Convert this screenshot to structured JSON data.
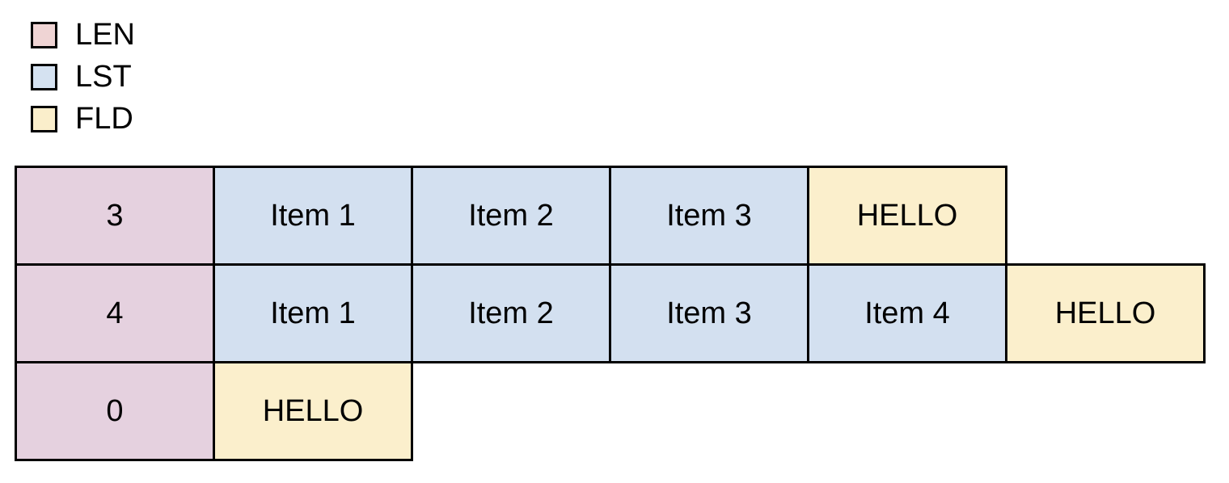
{
  "colors": {
    "len": "#E5D1DF",
    "lst": "#D3E0F0",
    "fld": "#FBEFCC",
    "len_swatch": "#EFD4D4",
    "lst_swatch": "#D5E2F1",
    "fld_swatch": "#FAEECB",
    "border": "#000000",
    "text": "#000000",
    "background": "#FFFFFF"
  },
  "legend": {
    "items": [
      {
        "label": "LEN",
        "color_key": "len_swatch",
        "swatch_icon": "square-swatch-icon"
      },
      {
        "label": "LST",
        "color_key": "lst_swatch",
        "swatch_icon": "square-swatch-icon"
      },
      {
        "label": "FLD",
        "color_key": "fld_swatch",
        "swatch_icon": "square-swatch-icon"
      }
    ]
  },
  "grid": {
    "rows": [
      {
        "cells": [
          {
            "text": "3",
            "kind": "len"
          },
          {
            "text": "Item 1",
            "kind": "lst"
          },
          {
            "text": "Item 2",
            "kind": "lst"
          },
          {
            "text": "Item 3",
            "kind": "lst"
          },
          {
            "text": "HELLO",
            "kind": "fld"
          }
        ]
      },
      {
        "cells": [
          {
            "text": "4",
            "kind": "len"
          },
          {
            "text": "Item 1",
            "kind": "lst"
          },
          {
            "text": "Item 2",
            "kind": "lst"
          },
          {
            "text": "Item 3",
            "kind": "lst"
          },
          {
            "text": "Item 4",
            "kind": "lst"
          },
          {
            "text": "HELLO",
            "kind": "fld"
          }
        ]
      },
      {
        "cells": [
          {
            "text": "0",
            "kind": "len"
          },
          {
            "text": "HELLO",
            "kind": "fld"
          }
        ]
      }
    ]
  }
}
